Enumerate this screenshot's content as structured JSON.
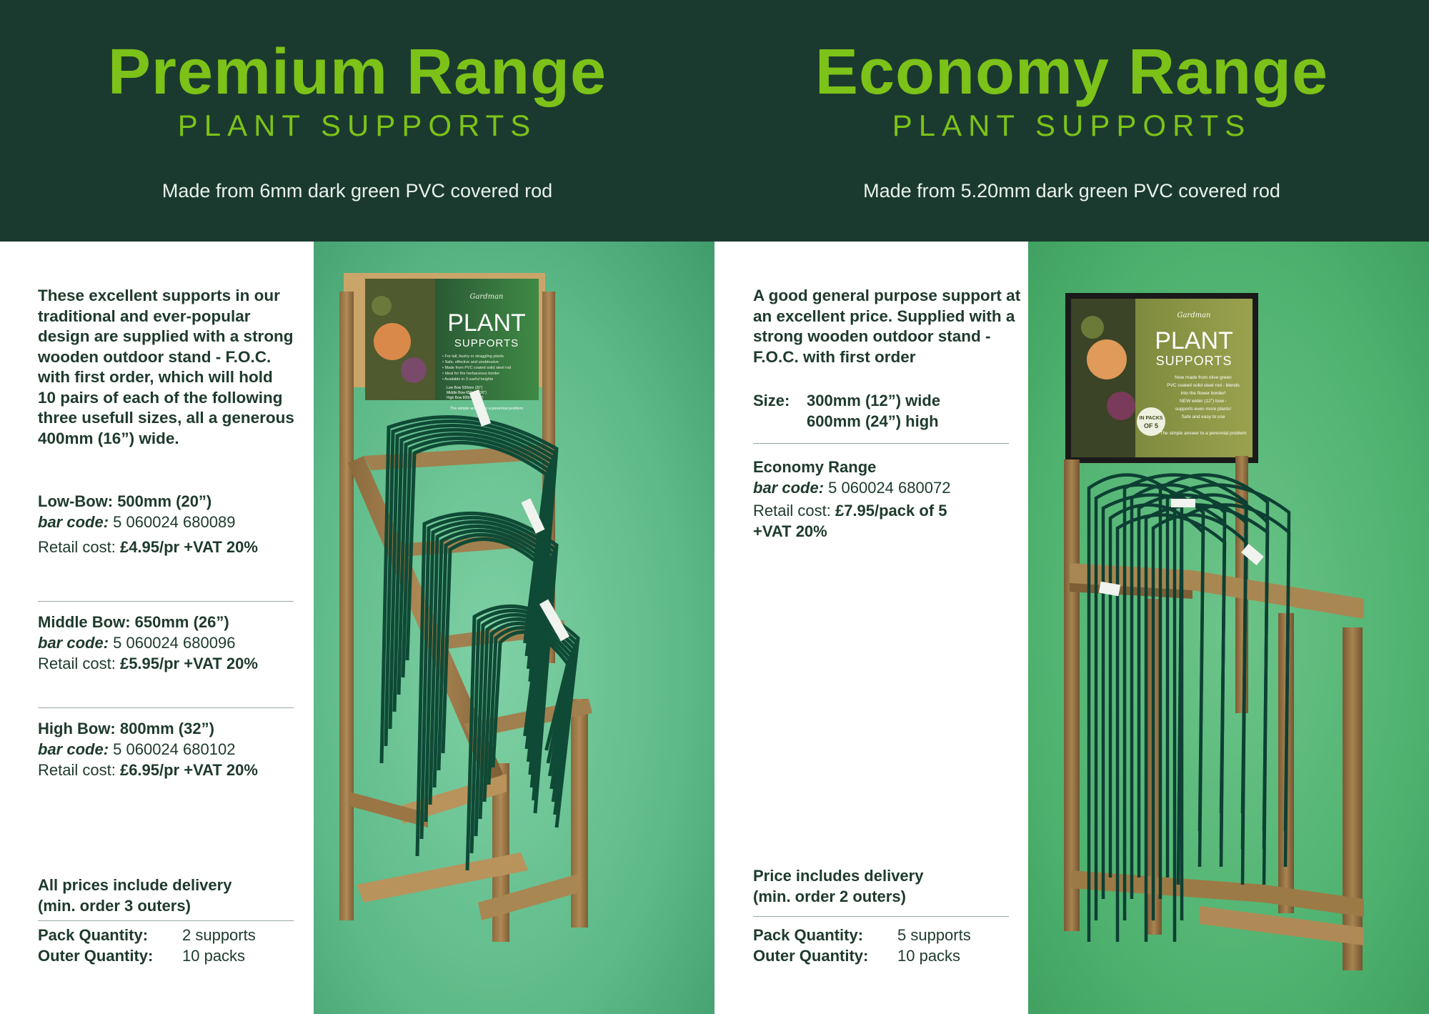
{
  "premium": {
    "title": "Premium Range",
    "subtitle": "PLANT SUPPORTS",
    "material": "Made from 6mm dark green PVC covered rod",
    "intro": "These excellent supports in our traditional and ever-popular design are supplied with a strong wooden outdoor stand - F.O.C. with first order, which will hold 10 pairs of each of the following three usefull sizes, all a generous 400mm (16”) wide.",
    "products": [
      {
        "name": "Low-Bow: 500mm (20”)",
        "barcode_label": "bar code:",
        "barcode": "5 060024 680089",
        "retail_label": "Retail cost:",
        "price": "£4.95/pr +VAT 20%"
      },
      {
        "name": "Middle Bow: 650mm (26”)",
        "barcode_label": "bar code:",
        "barcode": "5 060024 680096",
        "retail_label": "Retail cost:",
        "price": "£5.95/pr +VAT 20%"
      },
      {
        "name": "High Bow: 800mm (32”)",
        "barcode_label": "bar code:",
        "barcode": "5 060024 680102",
        "retail_label": "Retail cost:",
        "price": "£6.95/pr +VAT 20%"
      }
    ],
    "delivery_line1": "All prices include delivery",
    "delivery_line2": "(min. order 3 outers)",
    "pack_label": "Pack Quantity:",
    "pack_value": "2 supports",
    "outer_label": "Outer Quantity:",
    "outer_value": "10 packs",
    "sign": {
      "brand": "Gardman",
      "title": "PLANT",
      "subtitle": "SUPPORTS",
      "bullets": [
        "For tall, bushy or straggling plants",
        "Safe, effective and unobtrusive",
        "Made from PVC coated solid steel rod",
        "Ideal for the herbaceous border",
        "Available in 3 useful heights"
      ],
      "sizes": [
        [
          "Low Bow",
          "500mm",
          "(20\")"
        ],
        [
          "Middle Bow",
          "650mm",
          "(26\")"
        ],
        [
          "High Bow",
          "800mm",
          "(32\")"
        ]
      ],
      "tagline": "The simple answer to a perennial problem"
    }
  },
  "economy": {
    "title": "Economy Range",
    "subtitle": "PLANT SUPPORTS",
    "material": "Made from 5.20mm dark green PVC covered rod",
    "intro": "A good general purpose support at an excellent price. Supplied with a strong wooden outdoor stand - F.O.C. with first order",
    "size_label": "Size:",
    "size_width": "300mm (12”) wide",
    "size_height": "600mm (24”) high",
    "product_name": "Economy Range",
    "barcode_label": "bar code:",
    "barcode": "5 060024 680072",
    "retail_label": "Retail cost:",
    "price_line1": "£7.95/pack of 5",
    "price_line2": "+VAT 20%",
    "delivery_line1": "Price includes delivery",
    "delivery_line2": "(min. order 2 outers)",
    "pack_label": "Pack Quantity:",
    "pack_value": "5 supports",
    "outer_label": "Outer Quantity:",
    "outer_value": "10 packs",
    "sign": {
      "brand": "Gardman",
      "title": "PLANT",
      "subtitle": "SUPPORTS",
      "badge_line1": "IN PACKS",
      "badge_line2": "OF 5",
      "lines": [
        "Now made from olive green",
        "PVC coated solid steel rod - blends",
        "into the flower border!",
        "NEW wider (12\") bow -",
        "supports even more plants!",
        "Safe and easy to use"
      ],
      "tagline": "The simple answer to a perennial problem"
    }
  },
  "colors": {
    "header_bg": "#1b3a2f",
    "accent_green": "#7cc218",
    "body_text": "#1e3a2c",
    "photo_bg": "#5fb98a"
  }
}
